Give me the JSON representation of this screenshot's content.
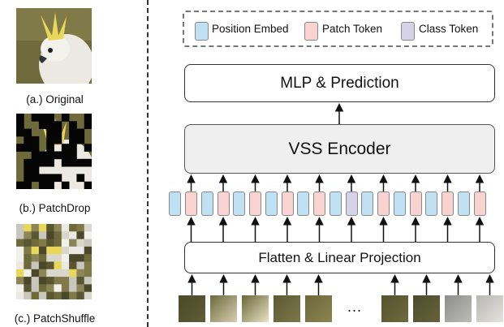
{
  "left_panel": {
    "captions": [
      "(a.) Original",
      "(b.) PatchDrop",
      "(c.) PatchShuffle"
    ]
  },
  "legend": {
    "items": [
      {
        "label": "Position Embed",
        "color": "#bfe1f3"
      },
      {
        "label": "Patch Token",
        "color": "#f8d3d0"
      },
      {
        "label": "Class Token",
        "color": "#d6d2e8"
      }
    ]
  },
  "boxes": {
    "mlp": "MLP & Prediction",
    "encoder": "VSS Encoder",
    "flatten": "Flatten & Linear Projection"
  },
  "ellipsis": "...",
  "colors": {
    "position": "#bfe1f3",
    "patch": "#f8d3d0",
    "class": "#d6d2e8",
    "encoder_fill": "#efefef"
  }
}
